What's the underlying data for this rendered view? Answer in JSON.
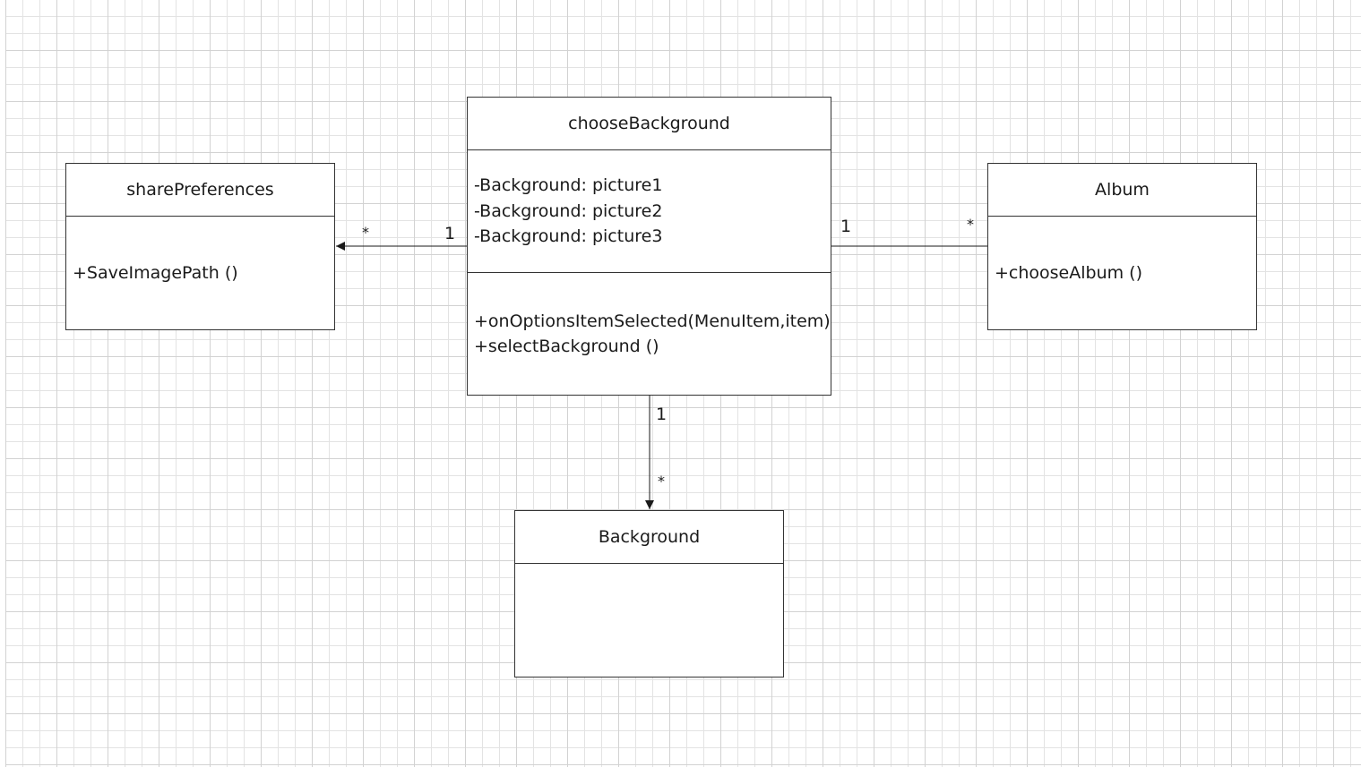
{
  "classes": {
    "choose_background": {
      "name": "chooseBackground",
      "attributes": [
        "-Background:  picture1",
        "-Background:  picture2",
        "-Background:  picture3"
      ],
      "operations": [
        "+onOptionsItemSelected(MenuItem,item)",
        "+selectBackground  ()"
      ]
    },
    "share_preferences": {
      "name": "sharePreferences",
      "operations": [
        "+SaveImagePath  ()"
      ]
    },
    "album": {
      "name": "Album",
      "operations": [
        "+chooseAlbum  ()"
      ]
    },
    "background": {
      "name": "Background"
    }
  },
  "associations": {
    "to_share_preferences": {
      "source_multiplicity": "1",
      "target_multiplicity": "*"
    },
    "to_album": {
      "source_multiplicity": "1",
      "target_multiplicity": "*"
    },
    "to_background": {
      "source_multiplicity": "1",
      "target_multiplicity": "*"
    }
  },
  "colors": {
    "grid_minor": "#e3e3e3",
    "grid_major": "#d2d2d2",
    "line": "#333333",
    "box_fill": "#ffffff"
  }
}
